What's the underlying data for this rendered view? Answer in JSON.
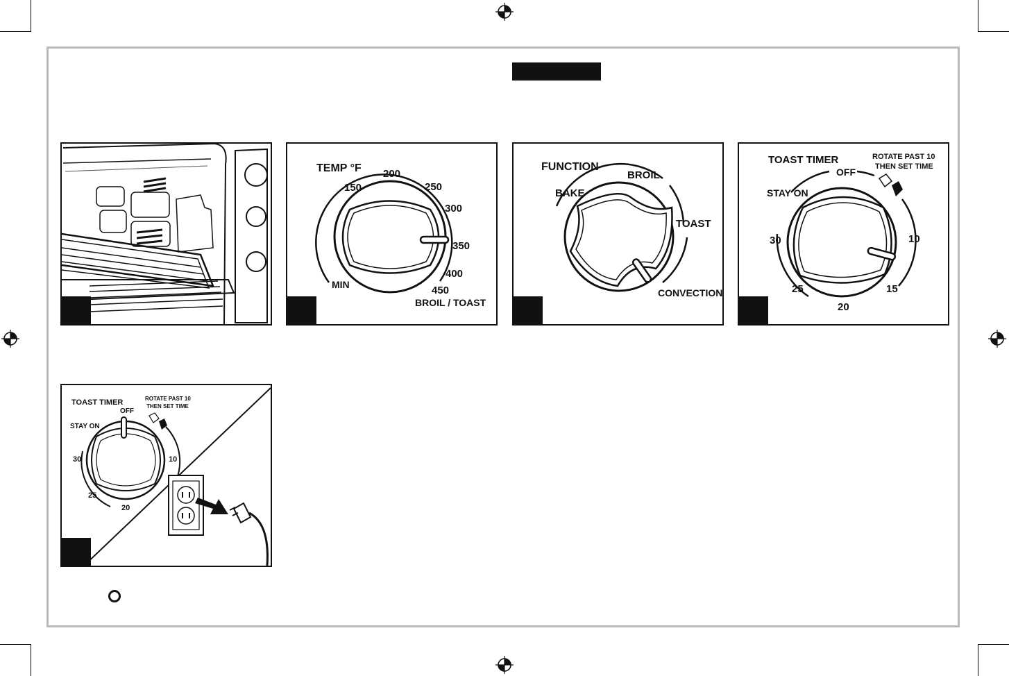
{
  "colors": {
    "ink": "#111111",
    "frame": "#b9b9b9",
    "paper": "#ffffff"
  },
  "figures": [
    {
      "id": "oven-rack",
      "labels": []
    },
    {
      "id": "temp-dial",
      "title": "TEMP °F",
      "labels": [
        "MIN",
        "150",
        "200",
        "250",
        "300",
        "350",
        "400",
        "450",
        "BROIL / TOAST"
      ]
    },
    {
      "id": "function-dial",
      "title": "FUNCTION",
      "labels": [
        "BAKE",
        "BROIL",
        "TOAST",
        "CONVECTION"
      ]
    },
    {
      "id": "timer-dial",
      "title": "TOAST TIMER",
      "note_line1": "ROTATE PAST 10",
      "note_line2": "THEN SET TIME",
      "labels": [
        "STAY ON",
        "OFF",
        "10",
        "15",
        "20",
        "25",
        "30"
      ]
    },
    {
      "id": "timer-unplug",
      "title": "TOAST TIMER",
      "note_line1": "ROTATE PAST 10",
      "note_line2": "THEN SET TIME",
      "labels": [
        "STAY ON",
        "OFF",
        "10",
        "20",
        "25",
        "30"
      ]
    }
  ]
}
